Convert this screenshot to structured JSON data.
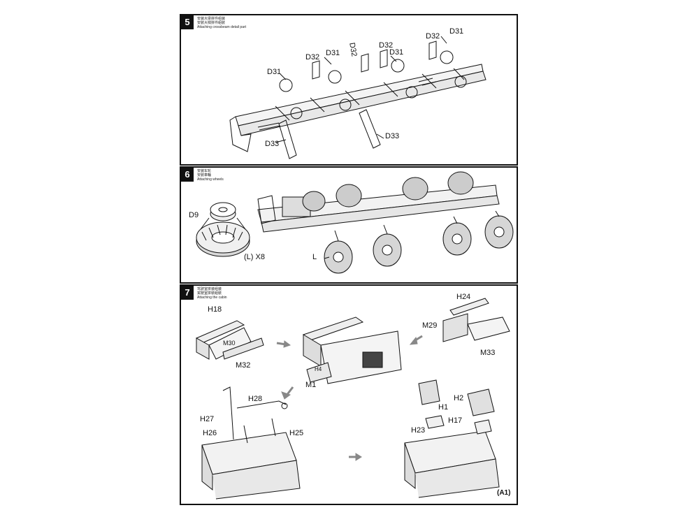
{
  "steps": [
    {
      "number": "5",
      "caption_lines": [
        "安装大梁拼件组装",
        "安裝大樑拼件組裝",
        "Attaching crossbeam detail part"
      ],
      "labels": [
        "D31",
        "D32",
        "D31",
        "D32",
        "D32",
        "D31",
        "D32",
        "D31",
        "D33",
        "D33"
      ]
    },
    {
      "number": "6",
      "caption_lines": [
        "安装车轮",
        "安裝車輪",
        "Attaching wheels"
      ],
      "labels": [
        "D9",
        "(L) X8",
        "L"
      ]
    },
    {
      "number": "7",
      "caption_lines": [
        "驾驶室拼装组装",
        "駕駛室拼裝組裝",
        "Attaching the cabin"
      ],
      "labels": [
        "H18",
        "M30",
        "M32",
        "H4",
        "M1",
        "H24",
        "M29",
        "M33",
        "H28",
        "H27",
        "H26",
        "H25",
        "H1",
        "H2",
        "H17",
        "H23"
      ]
    }
  ],
  "footer": {
    "page_marker": "(A1)"
  },
  "colors": {
    "line": "#111111",
    "arrow": "#888888",
    "shade": "#cfcfcf"
  }
}
